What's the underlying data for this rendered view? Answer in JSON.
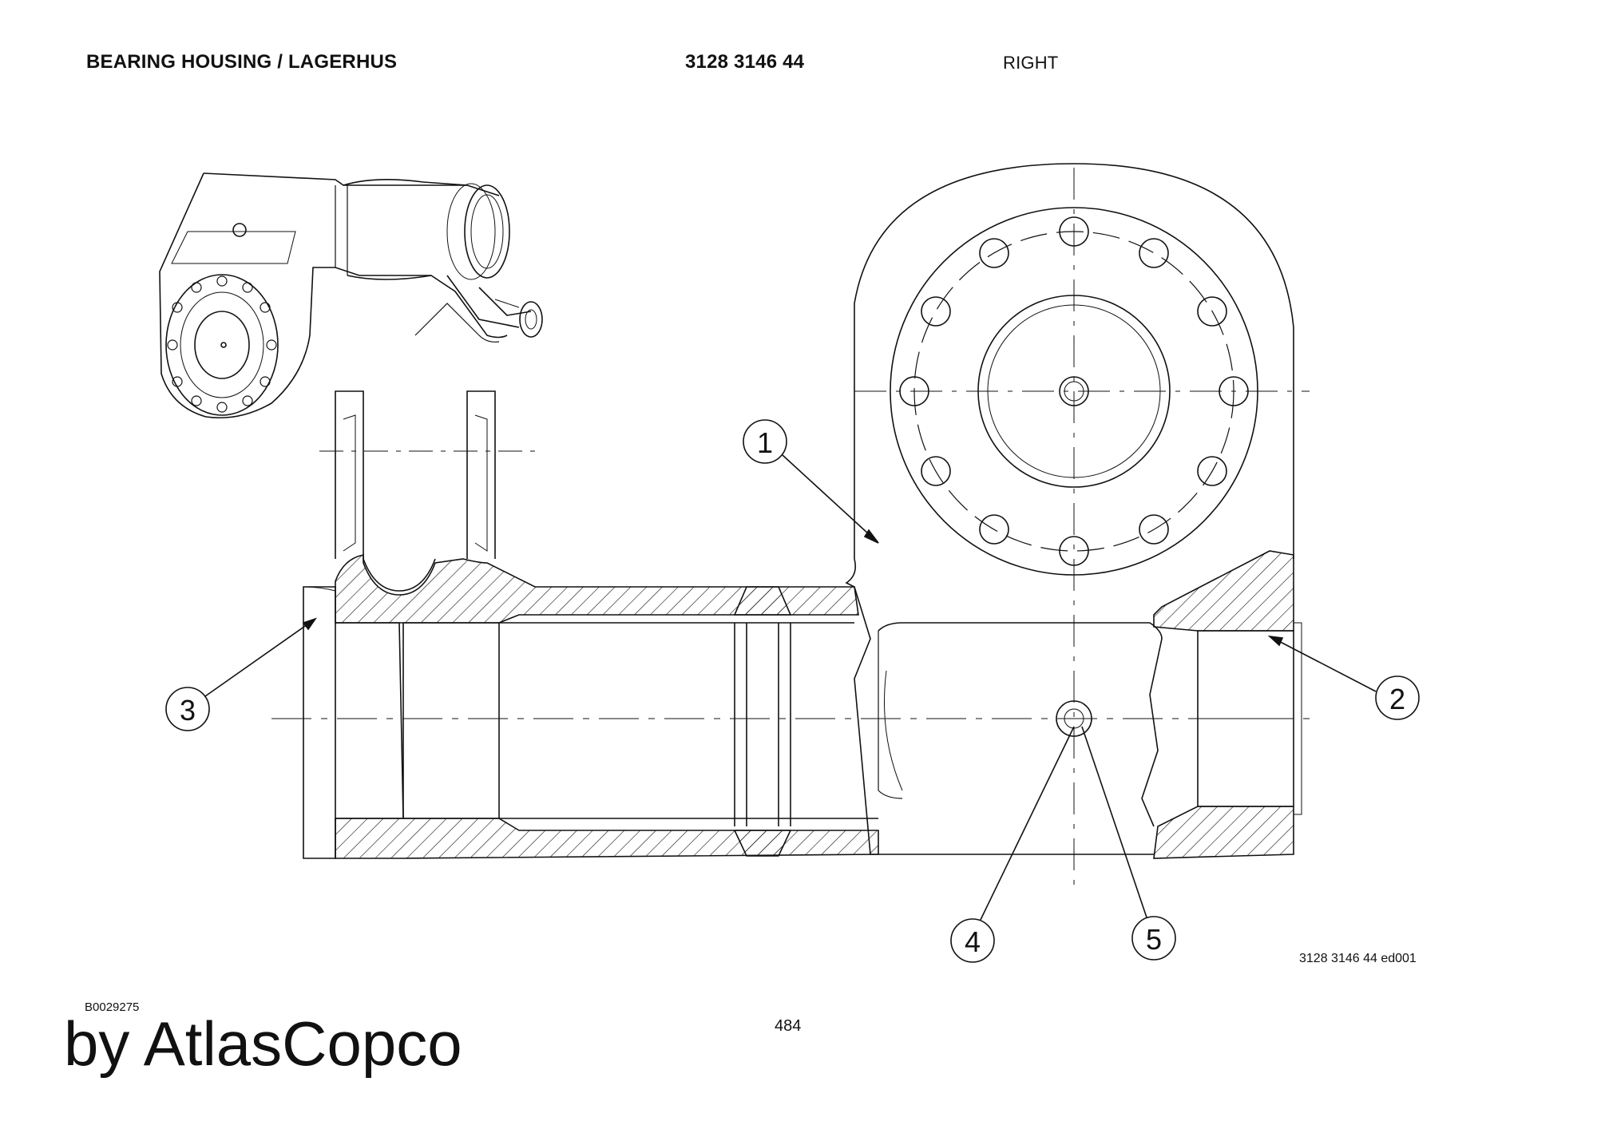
{
  "header": {
    "title": "BEARING HOUSING / LAGERHUS",
    "part_number": "3128 3146 44",
    "side": "RIGHT"
  },
  "callouts": [
    {
      "number": "1"
    },
    {
      "number": "2"
    },
    {
      "number": "3"
    },
    {
      "number": "4"
    },
    {
      "number": "5"
    }
  ],
  "footer": {
    "drawing_ref": "3128 3146 44 ed001",
    "doc_id": "B0029275",
    "page_number": "484",
    "brand": "by AtlasCopco"
  },
  "colors": {
    "line": "#111111",
    "background": "#ffffff"
  }
}
